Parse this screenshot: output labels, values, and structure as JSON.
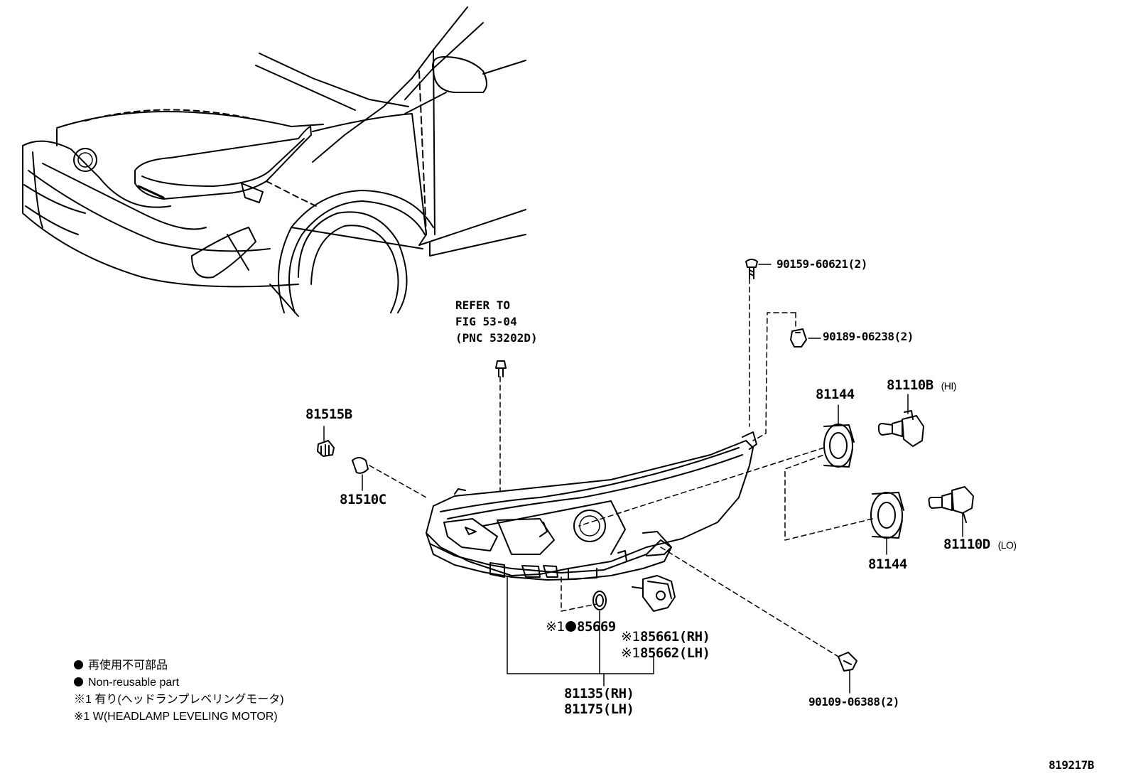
{
  "refer": {
    "line1": "REFER TO",
    "line2": "FIG 53-04",
    "line3": "(PNC 53202D)"
  },
  "parts": {
    "bolt_top": "90159-60621(2)",
    "clip": "90189-06238(2)",
    "socket_81515b": "81515B",
    "bulb_81510c": "81510C",
    "cover_upper": "81144",
    "bulb_hi": "81110B",
    "bulb_hi_note": "(HI)",
    "cover_lower": "81144",
    "bulb_lo": "81110D",
    "bulb_lo_note": "(LO)",
    "oring_mark": "※1",
    "oring": "85669",
    "motor_mark_rh": "※1",
    "motor_rh": "85661(RH)",
    "motor_mark_lh": "※1",
    "motor_lh": "85662(LH)",
    "assy_rh": "81135(RH)",
    "assy_lh": "81175(LH)",
    "bolt_bottom": "90109-06388(2)"
  },
  "legend": {
    "jp_nonreusable": "再使用不可部品",
    "en_nonreusable": "Non-reusable part",
    "jp_note": "※1 有り(ヘッドランプレベリングモータ)",
    "en_note": "※1 W(HEADLAMP LEVELING MOTOR)"
  },
  "figure_id": "819217B"
}
